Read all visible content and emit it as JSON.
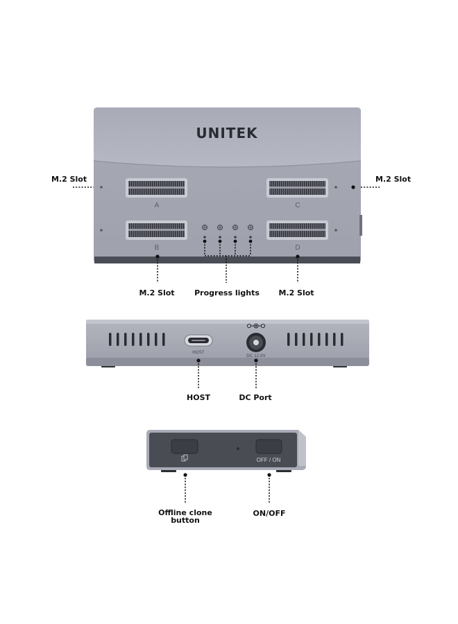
{
  "top_view": {
    "brand": "UNITEK",
    "slots": [
      "A",
      "C",
      "B",
      "D"
    ],
    "callouts": {
      "left_slot": "M.2 Slot",
      "right_slot": "M.2 Slot",
      "bottom_left_slot": "M.2 Slot",
      "progress": "Progress lights",
      "bottom_right_slot": "M.2 Slot"
    }
  },
  "back_view": {
    "host_port_text": "HOST",
    "dc_port_text": "DC 12.0V",
    "callouts": {
      "host": "HOST",
      "dc": "DC Port"
    }
  },
  "side_view": {
    "power_button_text": "OFF / ON",
    "callouts": {
      "clone": "Offline clone button",
      "power": "ON/OFF"
    }
  },
  "colors": {
    "body": "#a4a6b2",
    "body_light": "#b4b6c1",
    "panel_dark": "#4b4d55",
    "callout": "#111111"
  }
}
